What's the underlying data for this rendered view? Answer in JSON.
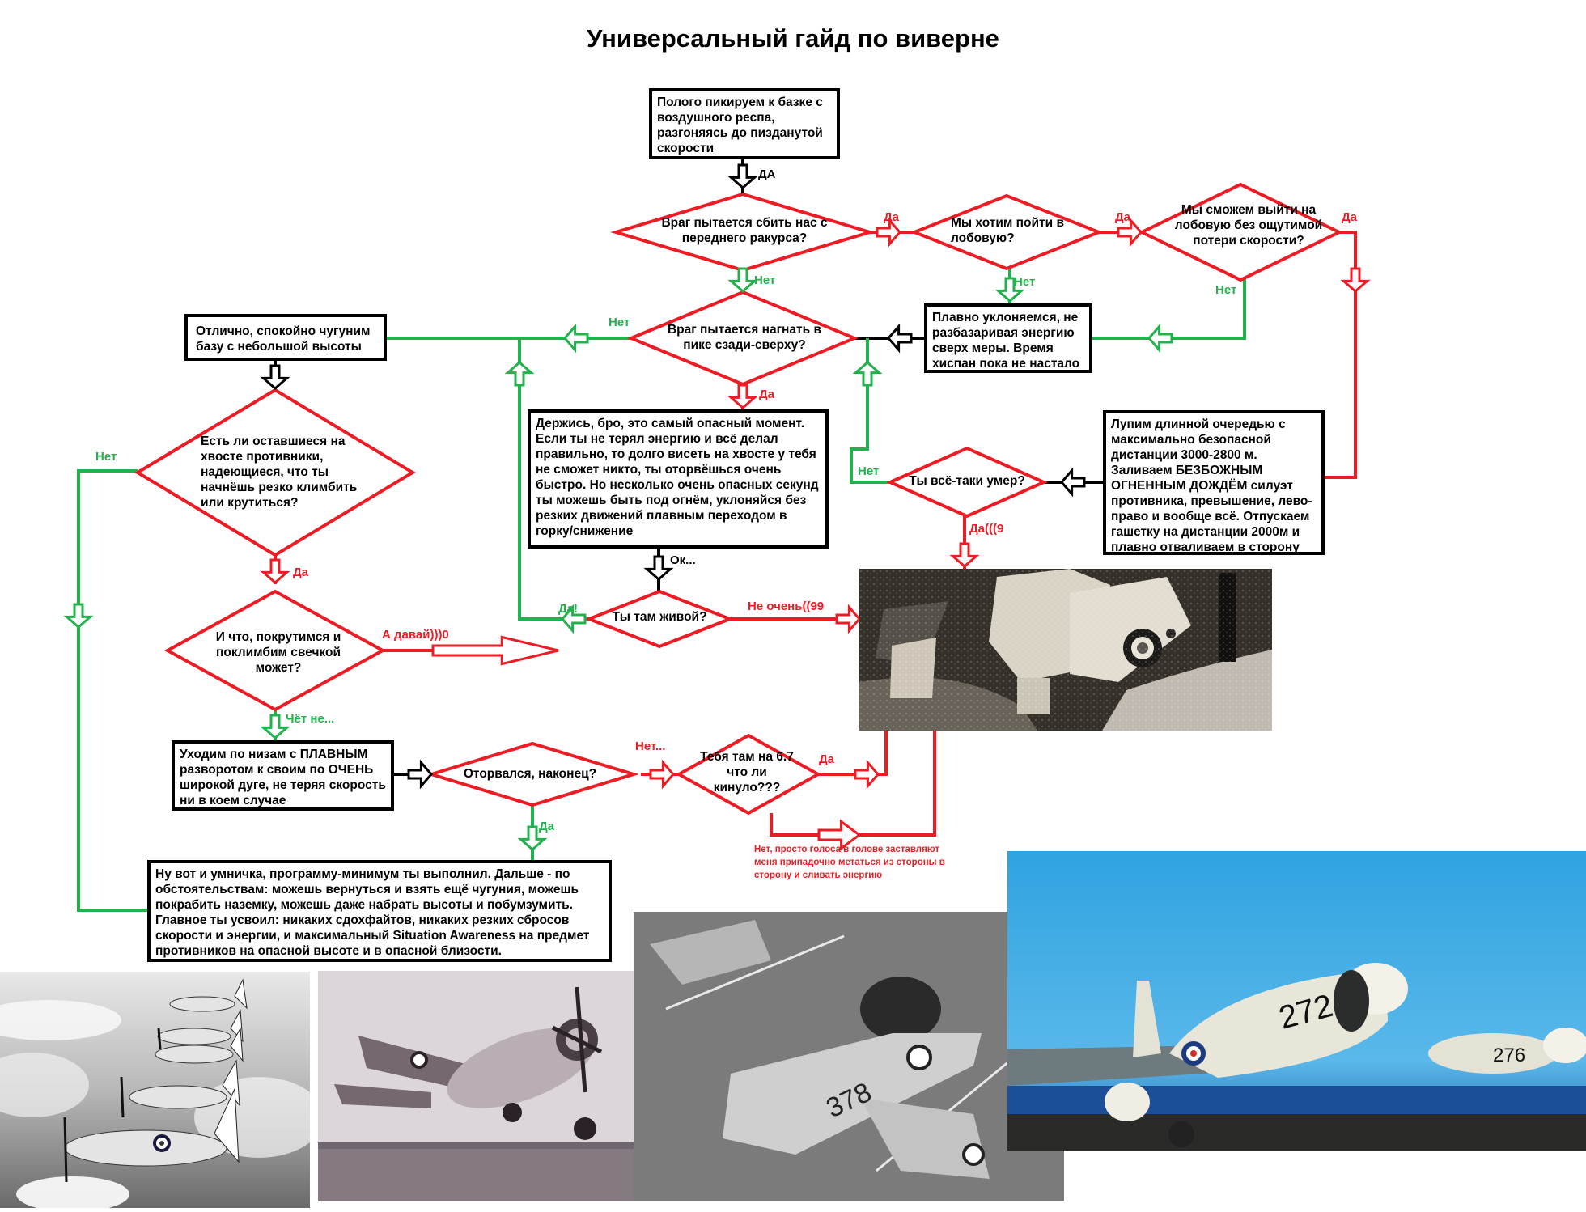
{
  "title": "Универсальный гайд по виверне",
  "colors": {
    "yes_branch": "#ed1c24",
    "no_branch": "#22b14c",
    "neutral": "#000000"
  },
  "nodes": {
    "start": "Полого пикируем к базке с воздушного респа, разгоняясь до пизданутой скорости",
    "q_front": "Враг пытается сбить нас с переднего ракурса?",
    "q_headon": "Мы хотим пойти в лобовую?",
    "q_headon_no_loss": "Мы сможем выйти на лобовую без ощутимой потери скорости?",
    "evade_smooth": "Плавно уклоняемся, не разбазаривая энергию сверх меры. Время хиспан пока не настало",
    "q_dive_rear": "Враг пытается нагнать в пике сзади-сверху?",
    "calm_attack": "Отлично, спокойно чугуним базу с небольшой высоты",
    "hold_on": "Держись, бро, это самый опасный момент. Если ты не терял энергию и всё делал правильно, то долго висеть на хвосте у тебя не сможет никто, ты оторвёшься очень быстро. Но несколько очень опасных секунд ты можешь быть под огнём, уклоняйся без резких движений плавным переходом в горку/снижение",
    "long_burst": "Лупим длинной очередью с максимально безопасной дистанции 3000-2800 м. Заливаем БЕЗБОЖНЫМ ОГНЕННЫМ ДОЖДЁМ силуэт противника, превышение, лево-право и вообще всё. Отпускаем гашетку на дистанции 2000м и плавно отваливаем в сторону",
    "q_died": "Ты всё-таки умер?",
    "q_tail_enemies": "Есть ли оставшиеся на хвосте противники, надеющиеся, что ты начнёшь резко климбить или крутиться?",
    "q_alive": "Ты там живой?",
    "q_turn_climb": "И что, покрутимся и поклимбим свечкой может?",
    "go_low": "Уходим по низам с ПЛАВНЫМ разворотом к своим по ОЧЕНЬ широкой дуге, не теряя скорость ни в коем случае",
    "q_escaped": "Оторвался, наконец?",
    "q_br67": "Тебя там на 6.7 что ли кинуло???",
    "finish": "Ну вот и умничка, программу-минимум ты выполнил. Дальше - по обстоятельствам: можешь вернуться и взять ещё чугуния, можешь покрабить наземку, можешь даже набрать высоты и побумзумить. Главное ты усвоил: никаких сдохфайтов, никаких резких сбросов скорости и энергии, и максимальный Situation Awareness на предмет противников на опасной высоте и в опасной близости."
  },
  "edge_labels": {
    "start_yes": "ДА",
    "front_yes": "Да",
    "front_no": "Нет",
    "headon_yes": "Да",
    "headon_no": "Нет",
    "noloss_yes": "Да",
    "noloss_no": "Нет",
    "dive_no": "Нет",
    "dive_yes": "Да",
    "died_no": "Нет",
    "died_yes": "Да(((9",
    "tail_no": "Нет",
    "tail_yes": "Да",
    "hold_ok": "Ок...",
    "alive_yes": "Да!",
    "alive_no": "Не очень((99",
    "turn_yes": "А давай)))0",
    "turn_no": "Чёт не...",
    "escaped_no": "Нет...",
    "escaped_yes": "Да",
    "br67_yes": "Да",
    "br67_no_note": "Нет, просто голоса в голове заставляют меня припадочно метаться из стороны в сторону и сливать энергию"
  },
  "photos": [
    {
      "name": "crash-wreckage-photo",
      "description": "wrecked Wyvern on carrier deck, sepia"
    },
    {
      "name": "formation-flight-photo",
      "description": "Wyverns flying in formation above clouds, b/w"
    },
    {
      "name": "carrier-landing-photo",
      "description": "Wyvern landing on carrier, purple-tinted b/w"
    },
    {
      "name": "carrier-deck-photo",
      "description": "Wyvern 378 on carrier deck from above, b/w"
    },
    {
      "name": "color-carrier-photo",
      "description": "Wyverns 272 and 276 on carrier deck, color"
    }
  ]
}
